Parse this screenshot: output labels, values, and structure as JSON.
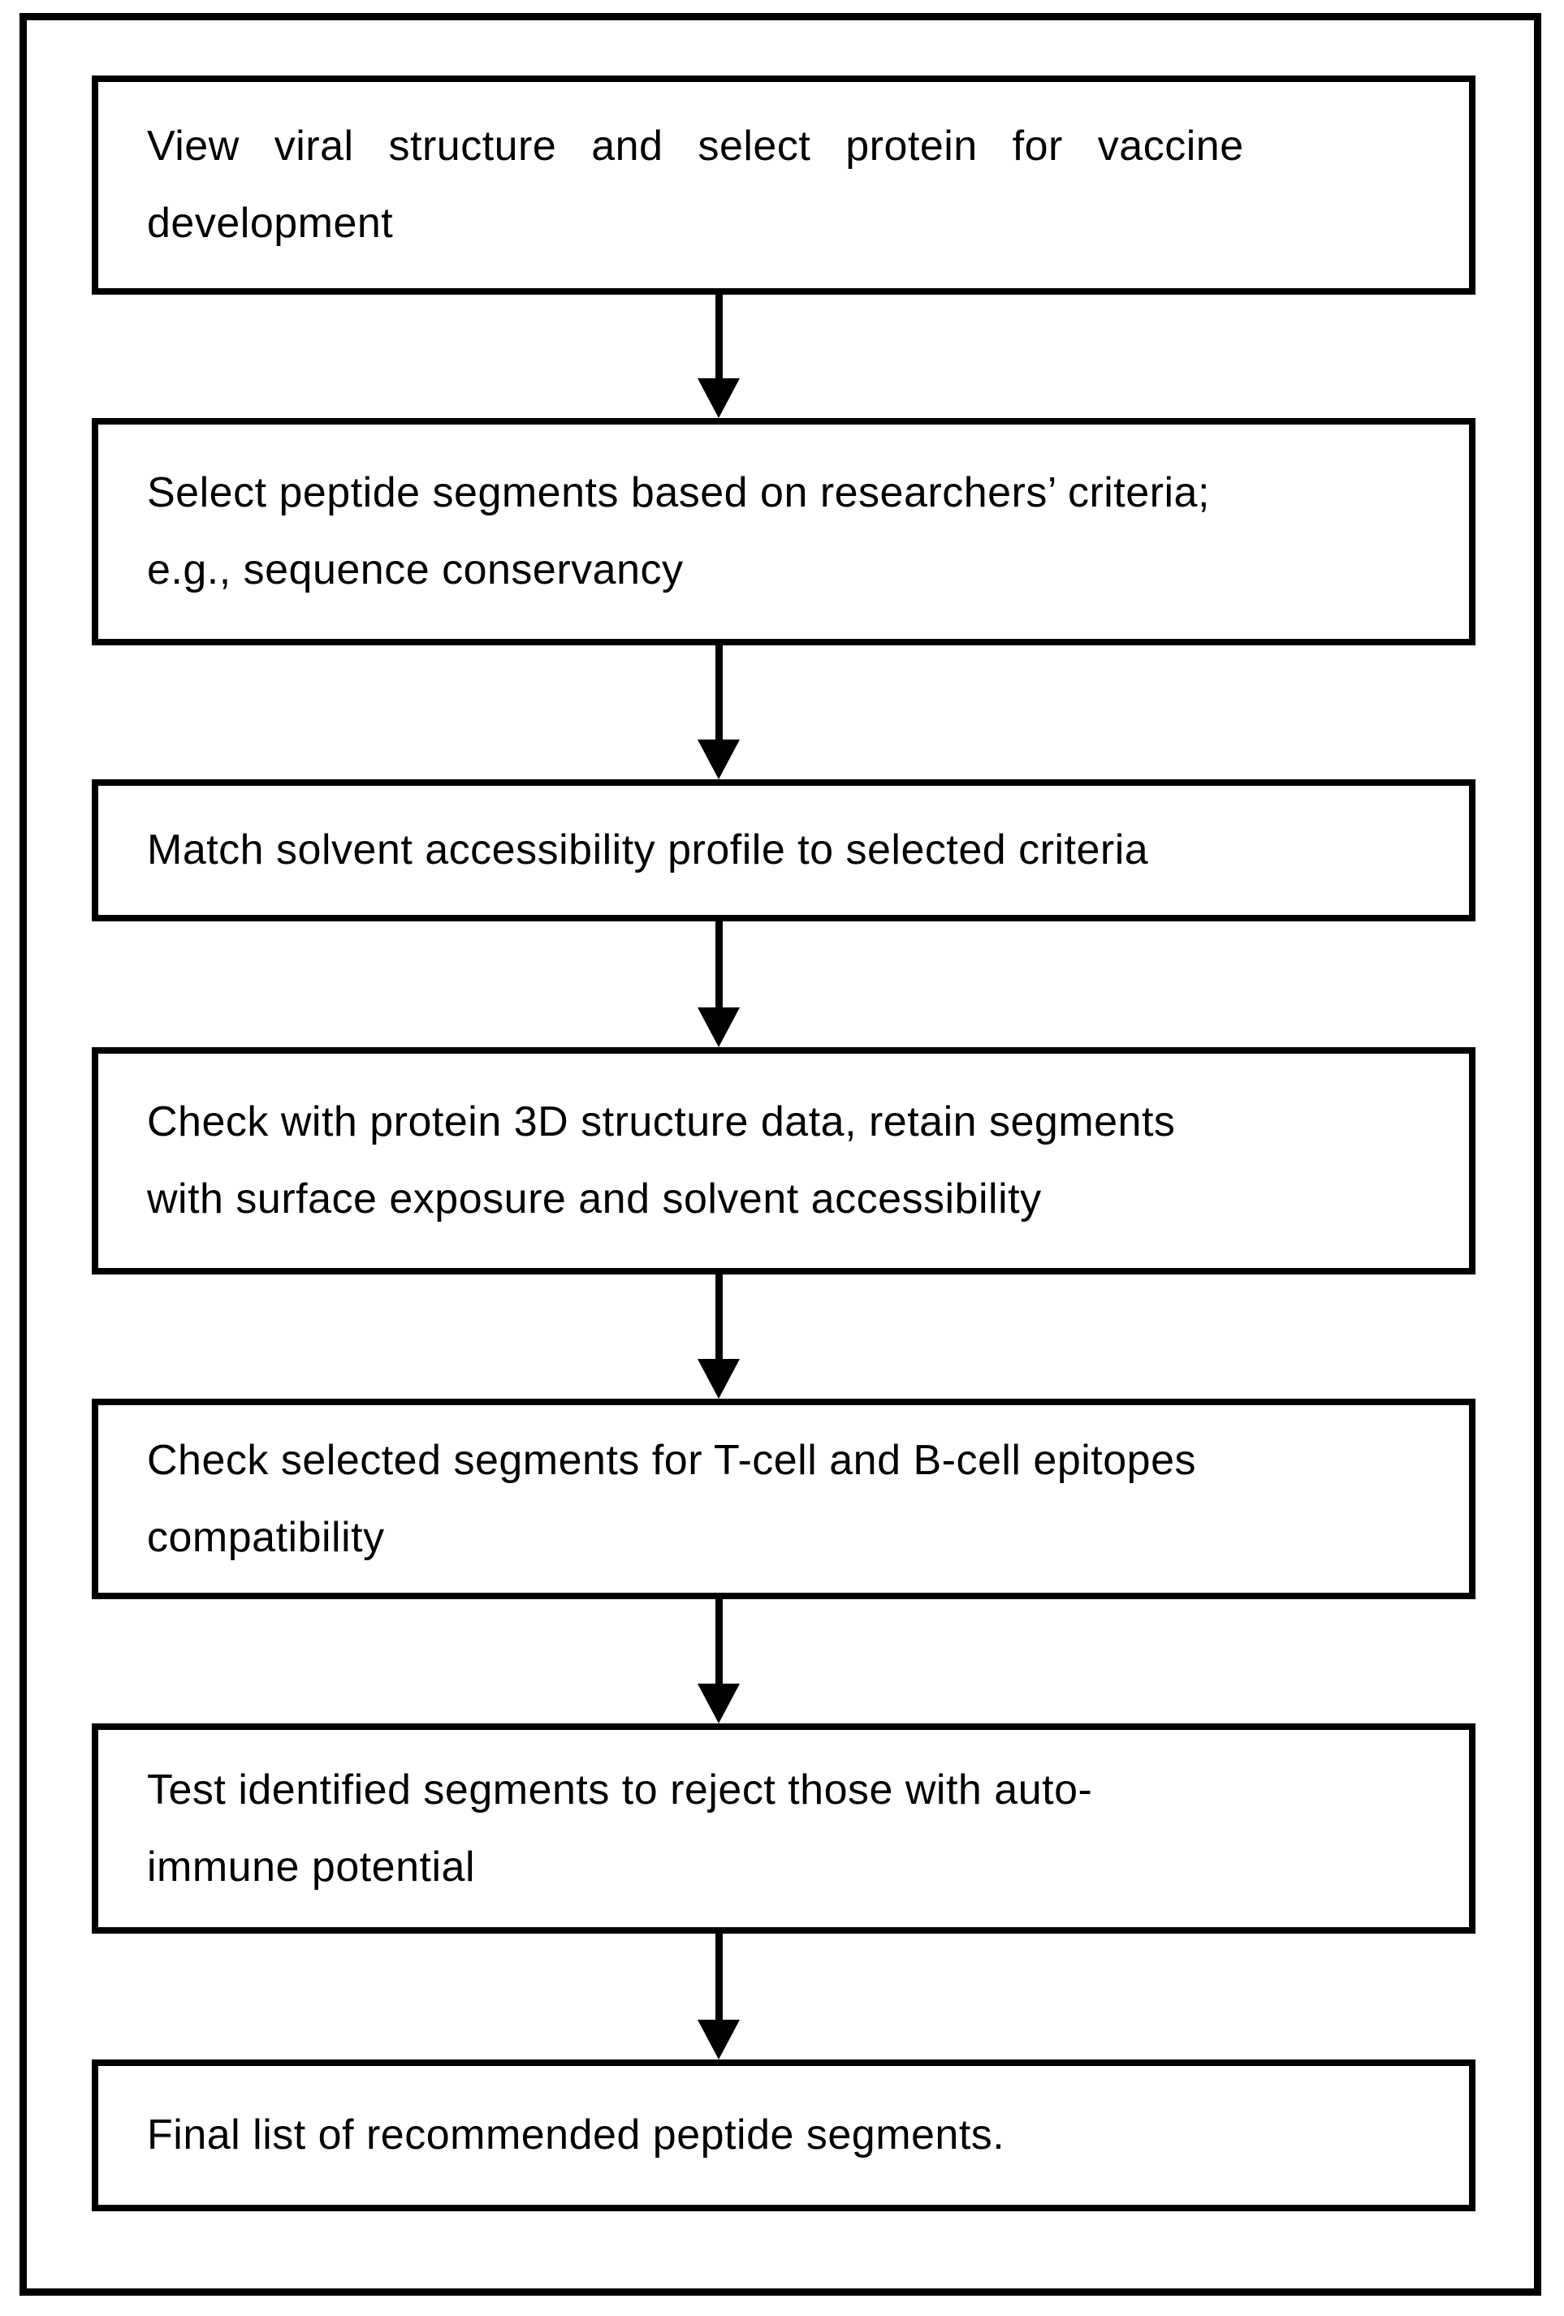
{
  "figure": {
    "type": "flowchart",
    "background_color": "#ffffff",
    "line_color": "#000000",
    "text_color": "#000000"
  },
  "steps": [
    {
      "id": 1,
      "text": "View viral structure and select protein for vaccine\ndevelopment"
    },
    {
      "id": 2,
      "text": "Select peptide segments based on researchers’ criteria;\ne.g., sequence conservancy"
    },
    {
      "id": 3,
      "text": "Match solvent accessibility profile to selected criteria"
    },
    {
      "id": 4,
      "text": "Check with protein 3D structure data, retain segments\nwith surface exposure and solvent accessibility"
    },
    {
      "id": 5,
      "text": "Check selected segments for T-cell and B-cell epitopes\ncompatibility"
    },
    {
      "id": 6,
      "text": "Test identified segments to reject those with auto-\nimmune potential"
    },
    {
      "id": 7,
      "text": "Final list of recommended peptide segments."
    }
  ],
  "connectors": [
    {
      "from": 1,
      "to": 2,
      "shape": "down-arrow"
    },
    {
      "from": 2,
      "to": 3,
      "shape": "down-arrow"
    },
    {
      "from": 3,
      "to": 4,
      "shape": "down-arrow"
    },
    {
      "from": 4,
      "to": 5,
      "shape": "down-arrow"
    },
    {
      "from": 5,
      "to": 6,
      "shape": "down-arrow"
    },
    {
      "from": 6,
      "to": 7,
      "shape": "down-arrow"
    }
  ]
}
